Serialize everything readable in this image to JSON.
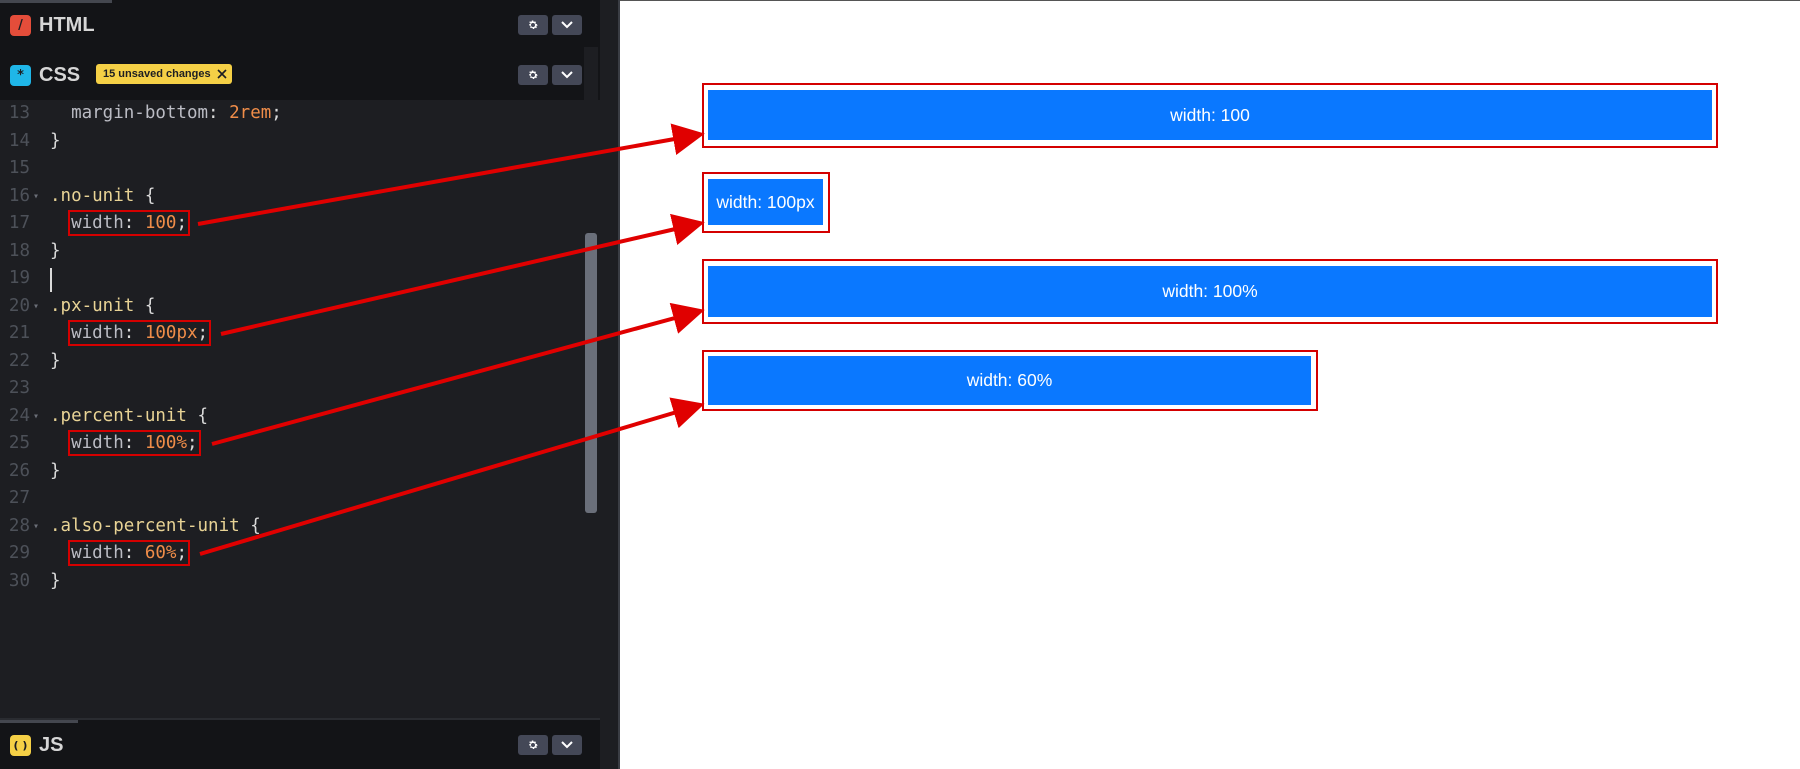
{
  "panels": {
    "html": {
      "label": "HTML"
    },
    "css": {
      "label": "CSS",
      "unsaved_badge": "15 unsaved changes"
    },
    "js": {
      "label": "JS"
    }
  },
  "code_lines": [
    {
      "num": "13",
      "code": "  margin-bottom: 2rem;"
    },
    {
      "num": "14",
      "code": "}"
    },
    {
      "num": "15",
      "code": ""
    },
    {
      "num": "16",
      "code": ".no-unit {"
    },
    {
      "num": "17",
      "code": "  width: 100;"
    },
    {
      "num": "18",
      "code": "}"
    },
    {
      "num": "19",
      "code": ""
    },
    {
      "num": "20",
      "code": ".px-unit {"
    },
    {
      "num": "21",
      "code": "  width: 100px;"
    },
    {
      "num": "22",
      "code": "}"
    },
    {
      "num": "23",
      "code": ""
    },
    {
      "num": "24",
      "code": ".percent-unit {"
    },
    {
      "num": "25",
      "code": "  width: 100%;"
    },
    {
      "num": "26",
      "code": "}"
    },
    {
      "num": "27",
      "code": ""
    },
    {
      "num": "28",
      "code": ".also-percent-unit {"
    },
    {
      "num": "29",
      "code": "  width: 60%;"
    },
    {
      "num": "30",
      "code": "}"
    }
  ],
  "preview": {
    "boxes": [
      {
        "label": "width: 100"
      },
      {
        "label": "width: 100px"
      },
      {
        "label": "width: 100%"
      },
      {
        "label": "width: 60%"
      }
    ]
  },
  "colors": {
    "editor_bg": "#1d1e22",
    "box_blue": "#0a78ff",
    "annotation_red": "#d40000",
    "badge_yellow": "#f5d046"
  },
  "icons": {
    "html": "html-logo-icon",
    "css": "css-logo-icon",
    "js": "js-logo-icon",
    "settings": "gear-icon",
    "collapse": "chevron-down-icon",
    "badge_close": "close-icon"
  }
}
